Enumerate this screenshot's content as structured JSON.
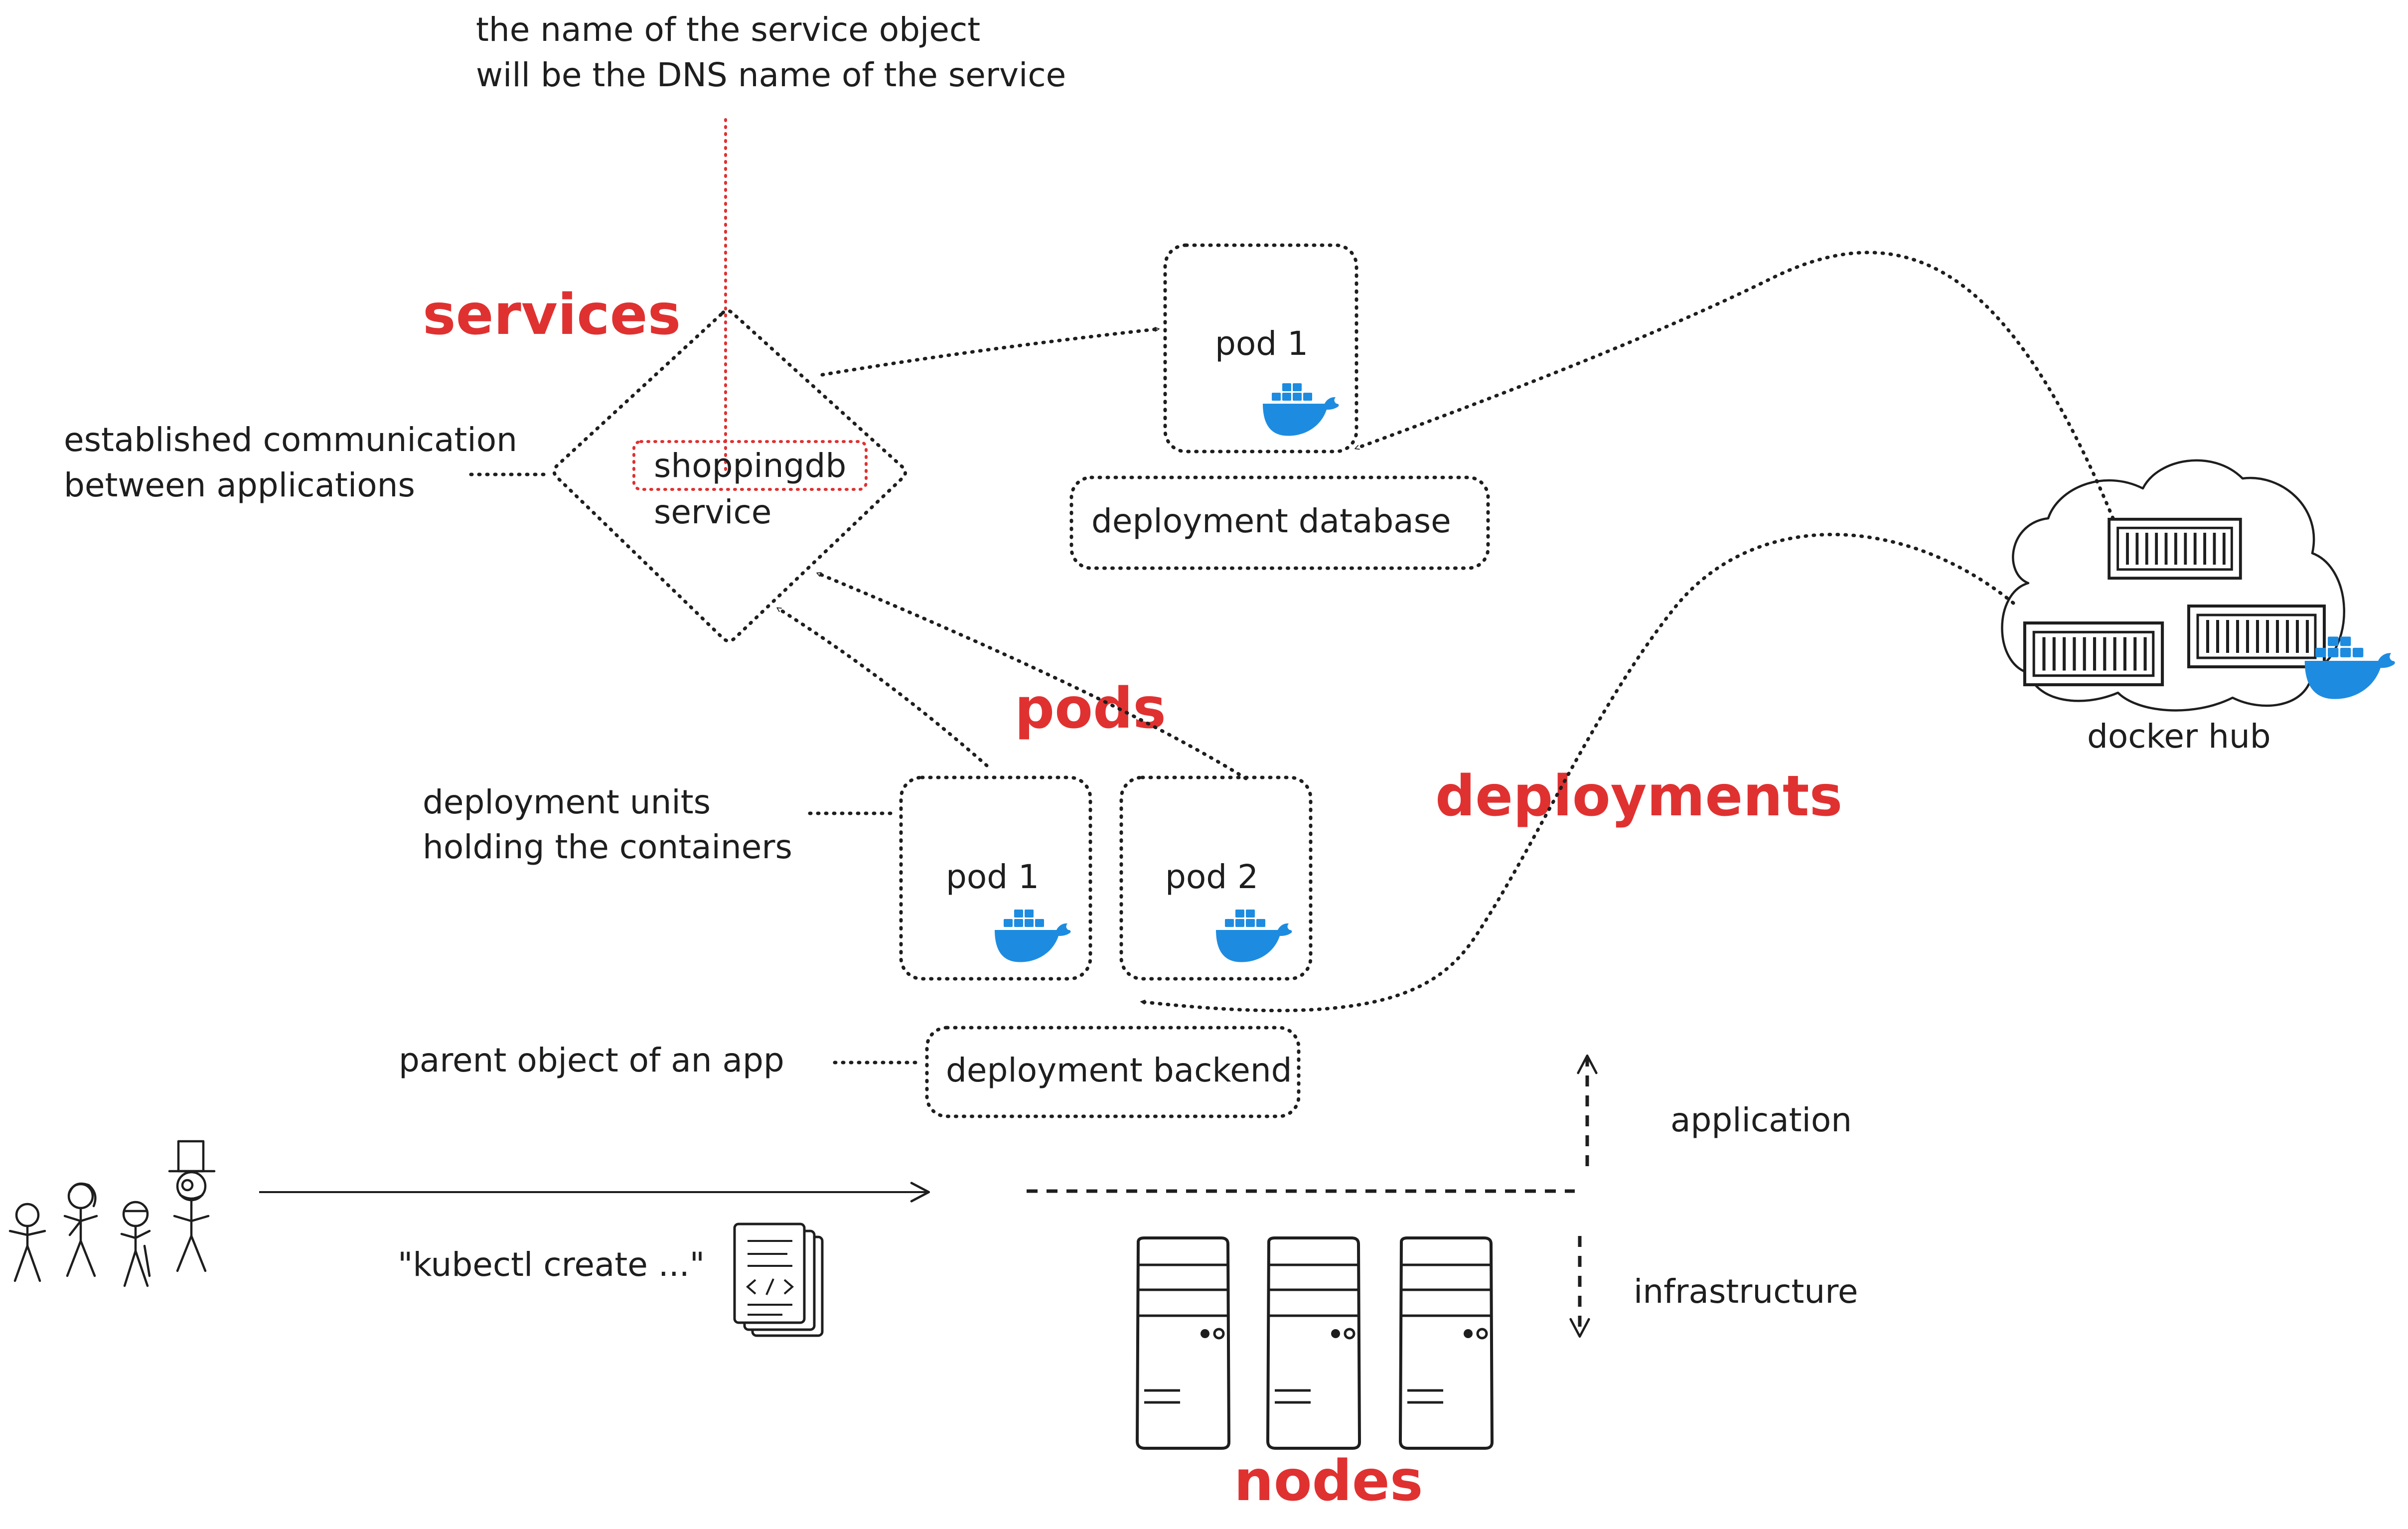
{
  "notes": {
    "service_name_line1": "the name of the service object",
    "service_name_line2": "will be the DNS name of the service",
    "services_desc_line1": "established communication",
    "services_desc_line2": "between applications",
    "pods_desc_line1": "deployment units",
    "pods_desc_line2": "holding the containers",
    "deployment_desc": "parent object of an app",
    "kubectl_cmd": "\"kubectl create ...\""
  },
  "titles": {
    "services": "services",
    "pods": "pods",
    "deployments": "deployments",
    "nodes": "nodes"
  },
  "service": {
    "name": "shoppingdb",
    "type": "service"
  },
  "pods": {
    "db_pod": "pod 1",
    "backend_pod1": "pod 1",
    "backend_pod2": "pod 2"
  },
  "deployments": {
    "database": "deployment database",
    "backend": "deployment backend"
  },
  "registry": {
    "label": "docker hub"
  },
  "layers": {
    "application": "application",
    "infrastructure": "infrastructure"
  },
  "colors": {
    "accent_red": "#e03131",
    "docker_blue": "#1d8ce0",
    "ink": "#1e1e1e"
  }
}
